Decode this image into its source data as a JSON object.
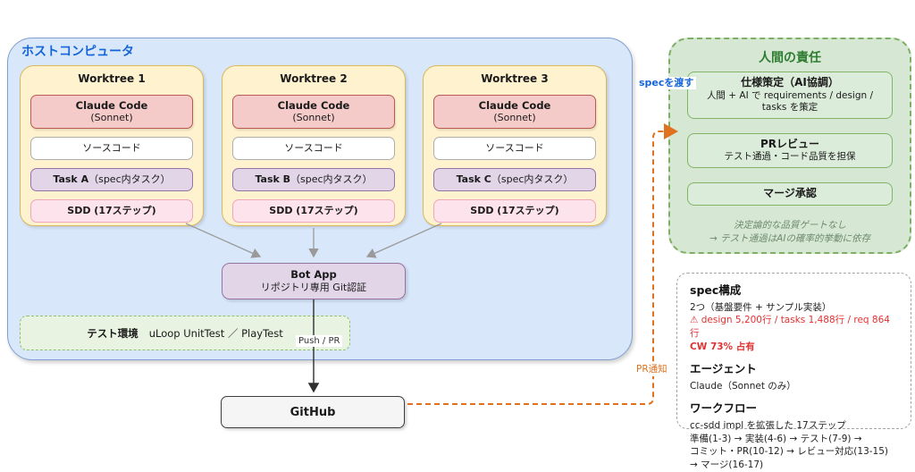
{
  "host": {
    "title": "ホストコンピュータ",
    "worktrees": [
      {
        "title": "Worktree 1",
        "claude_title": "Claude Code",
        "claude_sub": "(Sonnet)",
        "source": "ソースコード",
        "task_bold": "Task A",
        "task_rest": "（spec内タスク）",
        "sdd": "SDD (17ステップ)"
      },
      {
        "title": "Worktree 2",
        "claude_title": "Claude Code",
        "claude_sub": "(Sonnet)",
        "source": "ソースコード",
        "task_bold": "Task B",
        "task_rest": "（spec内タスク）",
        "sdd": "SDD (17ステップ)"
      },
      {
        "title": "Worktree 3",
        "claude_title": "Claude Code",
        "claude_sub": "(Sonnet)",
        "source": "ソースコード",
        "task_bold": "Task C",
        "task_rest": "（spec内タスク）",
        "sdd": "SDD (17ステップ)"
      }
    ],
    "bot_app": {
      "title": "Bot App",
      "subtitle": "リポジトリ専用 Git認証"
    },
    "test_env": {
      "label_bold": "テスト環境",
      "label_rest": "uLoop UnitTest ／ PlayTest"
    }
  },
  "github": {
    "label": "GitHub"
  },
  "edges": {
    "push_pr": "Push / PR",
    "spec_handoff": "specを渡す",
    "pr_notify": "PR通知"
  },
  "human": {
    "title": "人間の責任",
    "items": [
      {
        "title": "仕様策定（AI協調）",
        "subtitle": "人間 + AI で requirements / design / tasks を策定"
      },
      {
        "title": "PRレビュー",
        "subtitle": "テスト通過・コード品質を担保"
      },
      {
        "title": "マージ承認",
        "subtitle": ""
      }
    ],
    "note_line1": "決定論的な品質ゲートなし",
    "note_line2": "→ テスト通過はAIの確率的挙動に依存"
  },
  "spec_panel": {
    "heading_spec": "spec構成",
    "spec_line": "2つ（基盤要件 + サンプル実装）",
    "warn_line": "⚠ design 5,200行 / tasks 1,488行 / req 864行",
    "cw_line": "CW 73% 占有",
    "heading_agent": "エージェント",
    "agent_line": "Claude（Sonnet のみ）",
    "heading_workflow": "ワークフロー",
    "wf_line1": "cc-sdd impl を拡張した 17ステップ",
    "wf_line2": "準備(1-3) → 実装(4-6) → テスト(7-9) →",
    "wf_line3": "コミット・PR(10-12) → レビュー対応(13-15) → マージ(16-17)"
  },
  "colors": {
    "host_fill": "#d9e7fb",
    "host_border": "#7f9fce",
    "host_title": "#1565d8",
    "worktree_fill": "#fff3cf",
    "worktree_border": "#d9b75c",
    "claude_fill": "#f5cbc9",
    "claude_border": "#bb5b54",
    "task_fill": "#e1d5e7",
    "task_border": "#9673a6",
    "sdd_fill": "#fce3ec",
    "sdd_border": "#eda6bc",
    "green_fill": "#d6e8d3",
    "green_border": "#7fae65",
    "green_title": "#2e7d32",
    "warning_red": "#e03131",
    "notify_orange": "#e0711f",
    "spec_blue": "#1565d8"
  }
}
